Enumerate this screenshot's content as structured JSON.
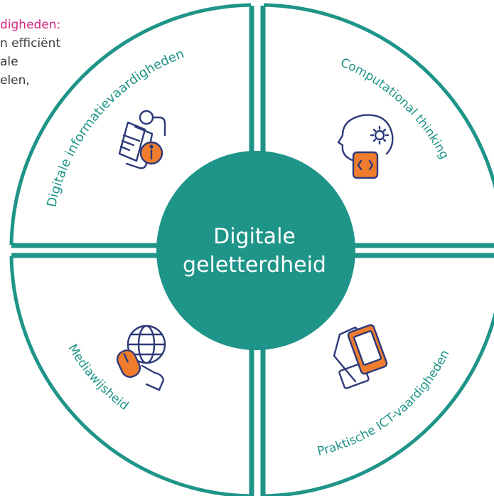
{
  "background_text": {
    "line1": "digheden:",
    "line2": "n efficiënt",
    "line3": "ale",
    "line4": "elen,"
  },
  "center": {
    "line1": "Digitale",
    "line2": "geletterdheid"
  },
  "quadrants": {
    "top_left": "Digitale informatievaardigheden",
    "top_right": "Computational thinking",
    "bottom_left": "Mediawijsheid",
    "bottom_right": "Praktische ICT-vaardigheden"
  },
  "colors": {
    "teal": "#1f9488",
    "orange": "#f07d2d",
    "navy": "#2e3a7a",
    "magenta": "#d6267f"
  },
  "icons": {
    "top_left": "information-document-icon",
    "top_right": "head-gear-code-icon",
    "bottom_left": "globe-mouse-hand-icon",
    "bottom_right": "devices-icon"
  }
}
